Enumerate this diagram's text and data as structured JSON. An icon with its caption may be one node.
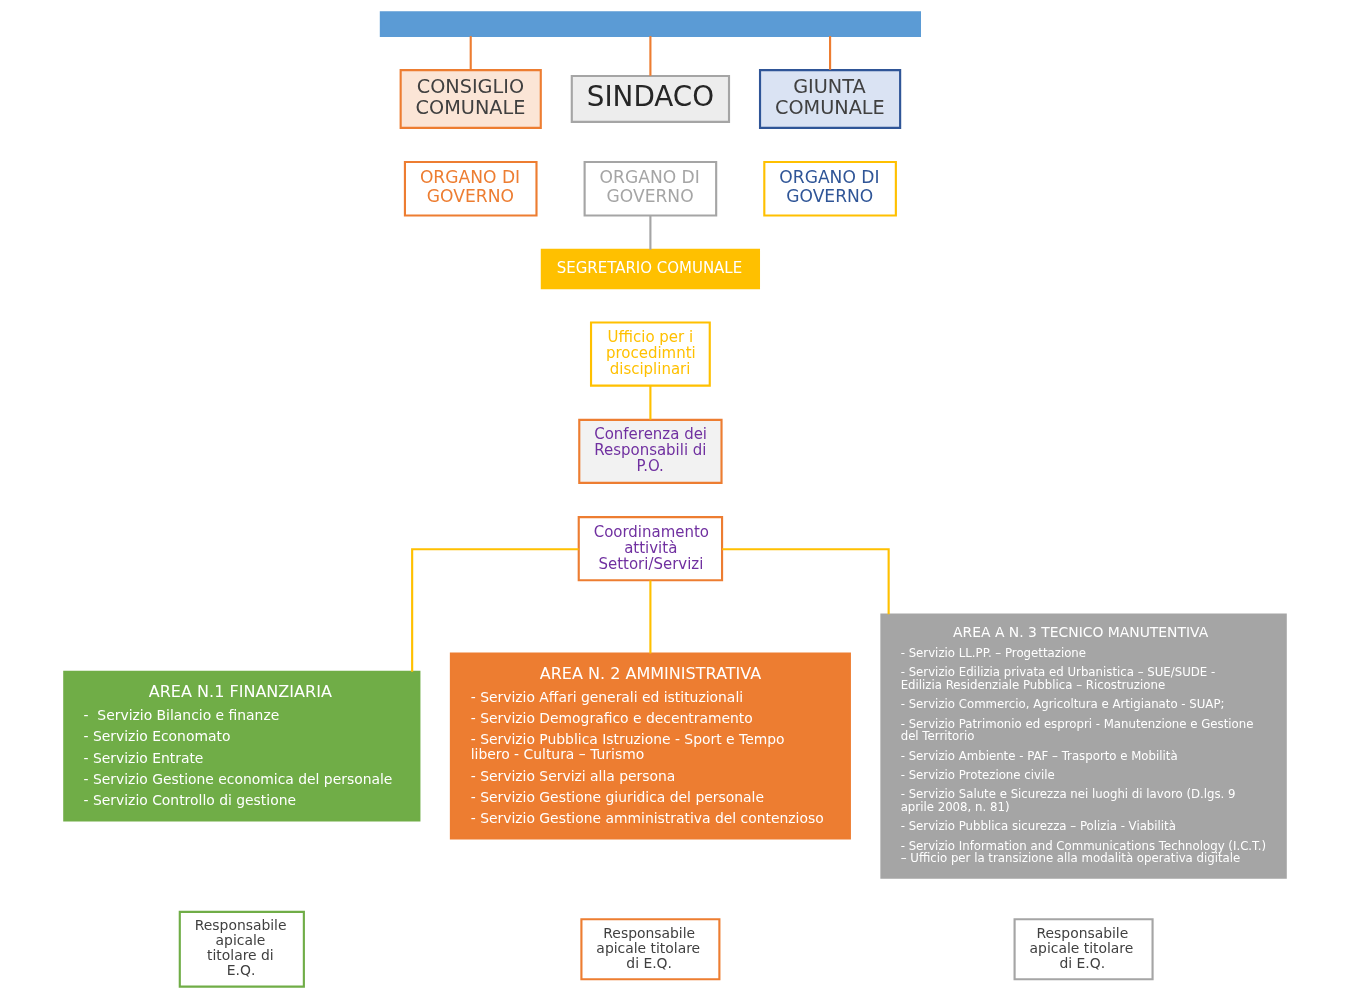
{
  "diagram": {
    "nodes": [
      {
        "text": [],
        "shape": "box"
      },
      {
        "text": [
          "CONSIGLIO COMUNALE"
        ]
      },
      {
        "text": [
          "ORGANO DI GOVERNO"
        ]
      },
      {
        "text": [
          "SINDACO"
        ]
      },
      {
        "text": [
          "ORGANO DI GOVERNO"
        ]
      },
      {
        "text": [
          "GIUNTA COMUNALE"
        ]
      },
      {
        "text": [
          "ORGANO DI GOVERNO"
        ]
      },
      {
        "text": [
          "SEGRETARIO COMUNALE"
        ]
      },
      {
        "text": [
          "Ufficio per i procedimnti disciplinari"
        ]
      },
      {
        "text": [
          "Conferenza dei Responsabili di P.O."
        ]
      },
      {
        "text": [
          "Coordinamento attività Settori/Servizi"
        ]
      },
      {
        "text": [
          "AREA N.1 FINANZIARIA",
          "-  Servizio Bilancio e finanze",
          "- Servizio Economato",
          "- Servizio Entrate",
          "- Servizio Gestione economica del personale",
          "- Servizio Controllo di gestione"
        ]
      },
      {
        "text": [
          "Responsabile apicale titolare di E.Q."
        ]
      },
      {
        "text": [
          "AREA N. 2 AMMINISTRATIVA",
          "- Servizio Affari generali ed istituzionali",
          "- Servizio Demografico e decentramento",
          "- Servizio Pubblica Istruzione - Sport e Tempo libero - Cultura – Turismo",
          "- Servizio Servizi alla persona",
          "- Servizio Gestione giuridica del personale",
          "- Servizio Gestione amministrativa del contenzioso"
        ]
      },
      {
        "text": [
          "Responsabile apicale titolare di E.Q."
        ]
      },
      {
        "text": [
          "AREA A N. 3 TECNICO MANUTENTIVA",
          "- Servizio LL.PP. – Progettazione",
          "- Servizio Edilizia privata ed Urbanistica – SUE/SUDE - Edilizia Residenziale Pubblica – Ricostruzione",
          "- Servizio Commercio, Agricoltura e Artigianato - SUAP;",
          "- Servizio Patrimonio ed espropri - Manutenzione e Gestione del Territorio",
          "- Servizio Ambiente - PAF – Trasporto e Mobilità",
          "- Servizio Protezione civile",
          "- Servizio Salute e Sicurezza nei luoghi di lavoro (D.lgs. 9 aprile 2008, n. 81)",
          "- Servizio Pubblica sicurezza – Polizia - Viabilità",
          "- Servizio Information and Communications Technology (I.C.T.) – Ufficio per la transizione alla modalità operativa digitale"
        ]
      },
      {
        "text": [
          "Responsabile apicale titolare di E.Q."
        ]
      }
    ],
    "edges": [
      {
        "from": 0,
        "to": 1,
        "arrow": "none",
        "color": "#ed7d31"
      },
      {
        "from": 0,
        "to": 3,
        "arrow": "none",
        "color": "#ed7d31"
      },
      {
        "from": 0,
        "to": 5,
        "arrow": "none",
        "color": "#ed7d31"
      },
      {
        "from": 4,
        "to": 7,
        "arrow": "none",
        "color": "#a5a5a5"
      },
      {
        "from": 8,
        "to": 9,
        "arrow": "none"
      },
      {
        "from": 10,
        "to": 11,
        "arrow": "none"
      },
      {
        "from": 10,
        "to": 13,
        "arrow": "none"
      },
      {
        "from": 10,
        "to": 15,
        "arrow": "none"
      }
    ]
  }
}
